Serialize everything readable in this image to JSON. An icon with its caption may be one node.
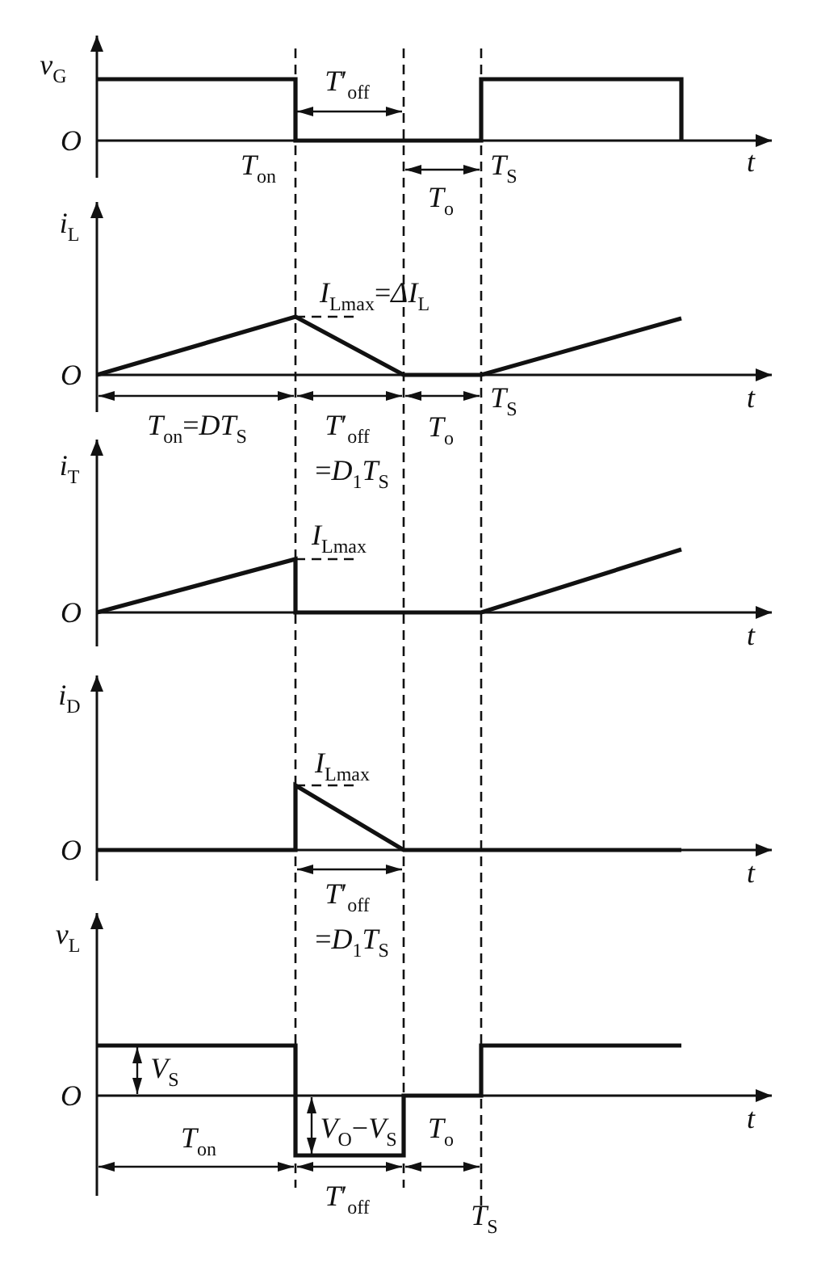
{
  "diagram": {
    "labels": [
      "*v*$_{G}$",
      "*T*′$_{off}$",
      "*O*",
      "*t*",
      "*T*$_{on}$",
      "*T*$_{S}$",
      "*T*$_{o}$",
      "*i*$_{L}$",
      "*I*$_{Lmax}$=*ΔI*$_{L}$",
      "*O*",
      "*t*",
      "*T*$_{S}$",
      "*T*$_{on}$=*DT*$_{S}$",
      "*T*′$_{off}$",
      "*T*$_{o}$",
      "=*D*$_{1}$*T*$_{S}$",
      "*i*$_{T}$",
      "*I*$_{Lmax}$",
      "*O*",
      "*t*",
      "*i*$_{D}$",
      "*I*$_{Lmax}$",
      "*O*",
      "*t*",
      "*T*′$_{off}$",
      "=*D*$_{1}$*T*$_{S}$",
      "*v*$_{L}$",
      "*V*$_{S}$",
      "*O*",
      "*t*",
      "*V*$_{O}$−*V*$_{S}$",
      "*T*$_{o}$",
      "*T*$_{on}$",
      "*T*′$_{off}$",
      "*T*$_{S}$"
    ]
  }
}
